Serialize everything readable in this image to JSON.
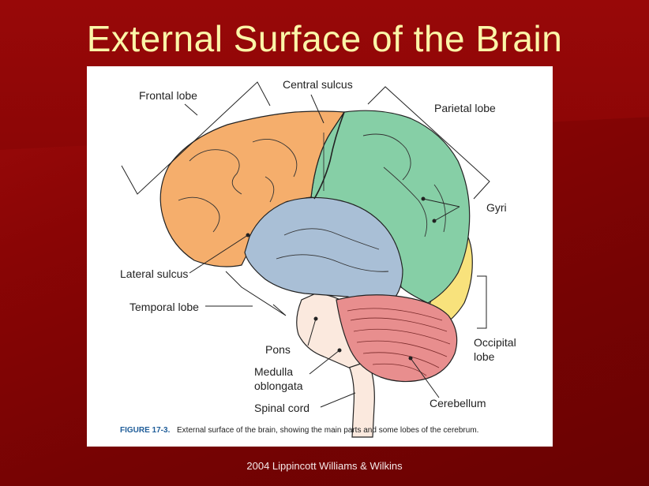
{
  "slide": {
    "title": "External Surface of the Brain",
    "credit": "2004 Lippincott Williams & Wilkins"
  },
  "figure": {
    "labels": {
      "frontal_lobe": "Frontal lobe",
      "central_sulcus": "Central sulcus",
      "parietal_lobe": "Parietal lobe",
      "gyri": "Gyri",
      "lateral_sulcus": "Lateral sulcus",
      "temporal_lobe": "Temporal lobe",
      "occipital_lobe_line1": "Occipital",
      "occipital_lobe_line2": "lobe",
      "pons": "Pons",
      "medulla_line1": "Medulla",
      "medulla_line2": "oblongata",
      "spinal_cord": "Spinal cord",
      "cerebellum": "Cerebellum"
    },
    "caption": {
      "number": "FIGURE 17-3.",
      "text": "External surface of the brain, showing the main parts and some lobes of the cerebrum."
    },
    "colors": {
      "frontal": "#f5ae6c",
      "parietal": "#86cfa6",
      "temporal": "#a9bfd6",
      "occipital": "#f8e27c",
      "cerebellum": "#e88e8e",
      "brainstem": "#fbe9de"
    }
  }
}
